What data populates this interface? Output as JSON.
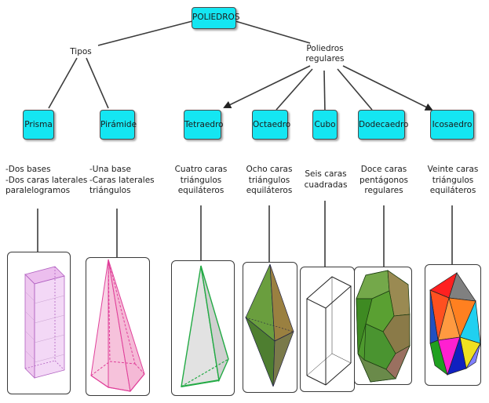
{
  "root": {
    "label": "POLIEDROS"
  },
  "tipos": {
    "label": "Tipos"
  },
  "regulares": {
    "label_lines": [
      "Poliedros",
      "regulares"
    ]
  },
  "types": [
    {
      "key": "prisma",
      "label": "Prisma",
      "desc": [
        "-Dos bases",
        "-Dos caras laterales",
        "paralelogramos"
      ]
    },
    {
      "key": "piramide",
      "label": "Pirámide",
      "desc": [
        "-Una base",
        "-Caras laterales",
        "triángulos"
      ]
    }
  ],
  "solids": [
    {
      "key": "tetraedro",
      "label": "Tetraedro",
      "desc": [
        "Cuatro caras",
        "triángulos",
        "equiláteros"
      ]
    },
    {
      "key": "octaedro",
      "label": "Octaedro",
      "desc": [
        "Ocho caras",
        "triángulos",
        "equiláteros"
      ]
    },
    {
      "key": "cubo",
      "label": "Cubo",
      "desc": [
        "Seis caras",
        "cuadradas"
      ]
    },
    {
      "key": "dodecaedro",
      "label": "Dodecaedro",
      "desc": [
        "Doce caras",
        "pentágonos",
        "regulares"
      ]
    },
    {
      "key": "icosaedro",
      "label": "Icosaedro",
      "desc": [
        "Veinte caras",
        "triángulos",
        "equiláteros"
      ]
    }
  ],
  "colors": {
    "node_fill": "#14e6f2",
    "connector": "#3c3c3c",
    "prism": "#d98ad9",
    "pyramid": "#e0409a",
    "tetra": "#22aa44",
    "octa": "#5a8a3a",
    "dodeca": "#4a9a2a"
  }
}
